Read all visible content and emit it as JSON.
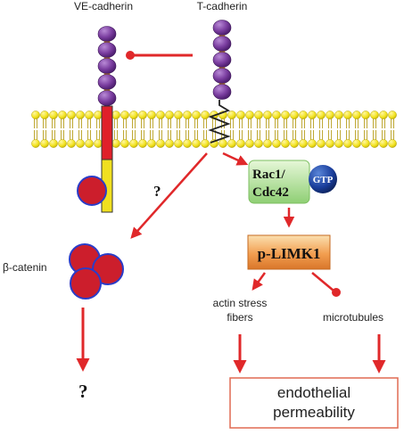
{
  "labels": {
    "ve_cadherin": "VE-cadherin",
    "t_cadherin": "T-cadherin",
    "beta_catenin": "β-catenin",
    "unknown_1": "?",
    "unknown_2": "?",
    "rac1": "Rac1/",
    "cdc42": "Cdc42",
    "gtp": "GTP",
    "plimk1": "p-LIMK1",
    "actin_line1": "actin stress",
    "actin_line2": "fibers",
    "microtubules": "microtubules",
    "endothelial": "endothelial",
    "permeability": "permeability"
  },
  "colors": {
    "arrow": "#e0282a",
    "cadherin_bead": "#7b3ea0",
    "membrane_head": "#f2e21e",
    "catenin": "#cc1e2c",
    "catenin_outline": "#2a3cc8",
    "rac_box": "#8fcf74",
    "gtp": "#1a3e9c",
    "limk_box": "#f29e50",
    "result_border": "#e06a52"
  }
}
